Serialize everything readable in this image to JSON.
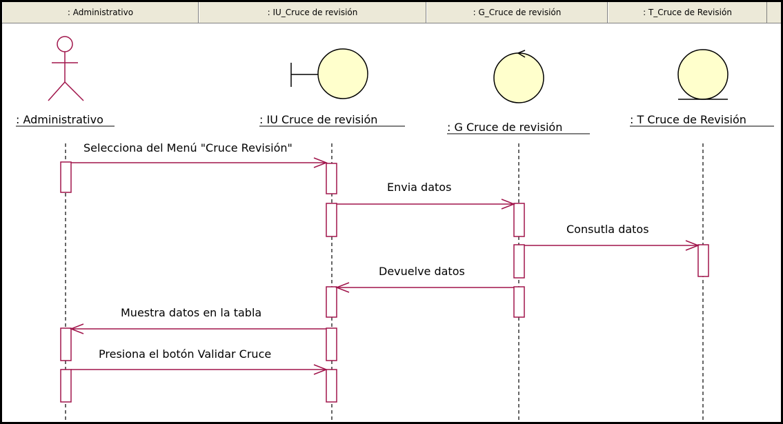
{
  "header": {
    "columns": [
      ": Administrativo",
      ": IU_Cruce de revisión",
      ": G_Cruce de revisión",
      ": T_Cruce de Revisión"
    ]
  },
  "lifelines": [
    {
      "name": ": Administrativo",
      "kind": "actor"
    },
    {
      "name": ": IU  Cruce de revisión",
      "kind": "boundary"
    },
    {
      "name": ": G  Cruce de revisión",
      "kind": "control"
    },
    {
      "name": ": T  Cruce de Revisión",
      "kind": "entity"
    }
  ],
  "messages": [
    {
      "label": "Selecciona del Menú \"Cruce Revisión\"",
      "from": 0,
      "to": 1
    },
    {
      "label": "Envia datos",
      "from": 1,
      "to": 2
    },
    {
      "label": "Consutla datos",
      "from": 2,
      "to": 3
    },
    {
      "label": "Devuelve datos",
      "from": 2,
      "to": 1
    },
    {
      "label": "Muestra datos en la tabla",
      "from": 1,
      "to": 0
    },
    {
      "label": "Presiona el botón Validar Cruce",
      "from": 0,
      "to": 1
    }
  ],
  "colors": {
    "message_line": "#a0144a",
    "symbol_fill": "#ffffcc",
    "header_bg": "#ece9d8"
  }
}
